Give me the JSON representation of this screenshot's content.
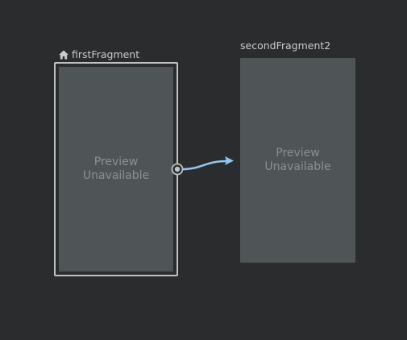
{
  "graph": {
    "destinations": [
      {
        "name": "firstFragment",
        "is_start": true,
        "selected": true,
        "preview_line1": "Preview",
        "preview_line2": "Unavailable"
      },
      {
        "name": "secondFragment2",
        "is_start": false,
        "selected": false,
        "preview_line1": "Preview",
        "preview_line2": "Unavailable"
      }
    ],
    "actions": [
      {
        "from": "firstFragment",
        "to": "secondFragment2"
      }
    ]
  },
  "icons": {
    "start_destination": "home-icon",
    "action_handle": "action-handle-icon",
    "action_arrow": "arrow-icon"
  },
  "colors": {
    "background": "#2b2c2d",
    "screen_fill": "#4f5556",
    "selection_border": "#bfc1c3",
    "label_text": "#c9cbcd",
    "preview_text": "#8b8f91",
    "action_line": "#8ec7f5"
  }
}
